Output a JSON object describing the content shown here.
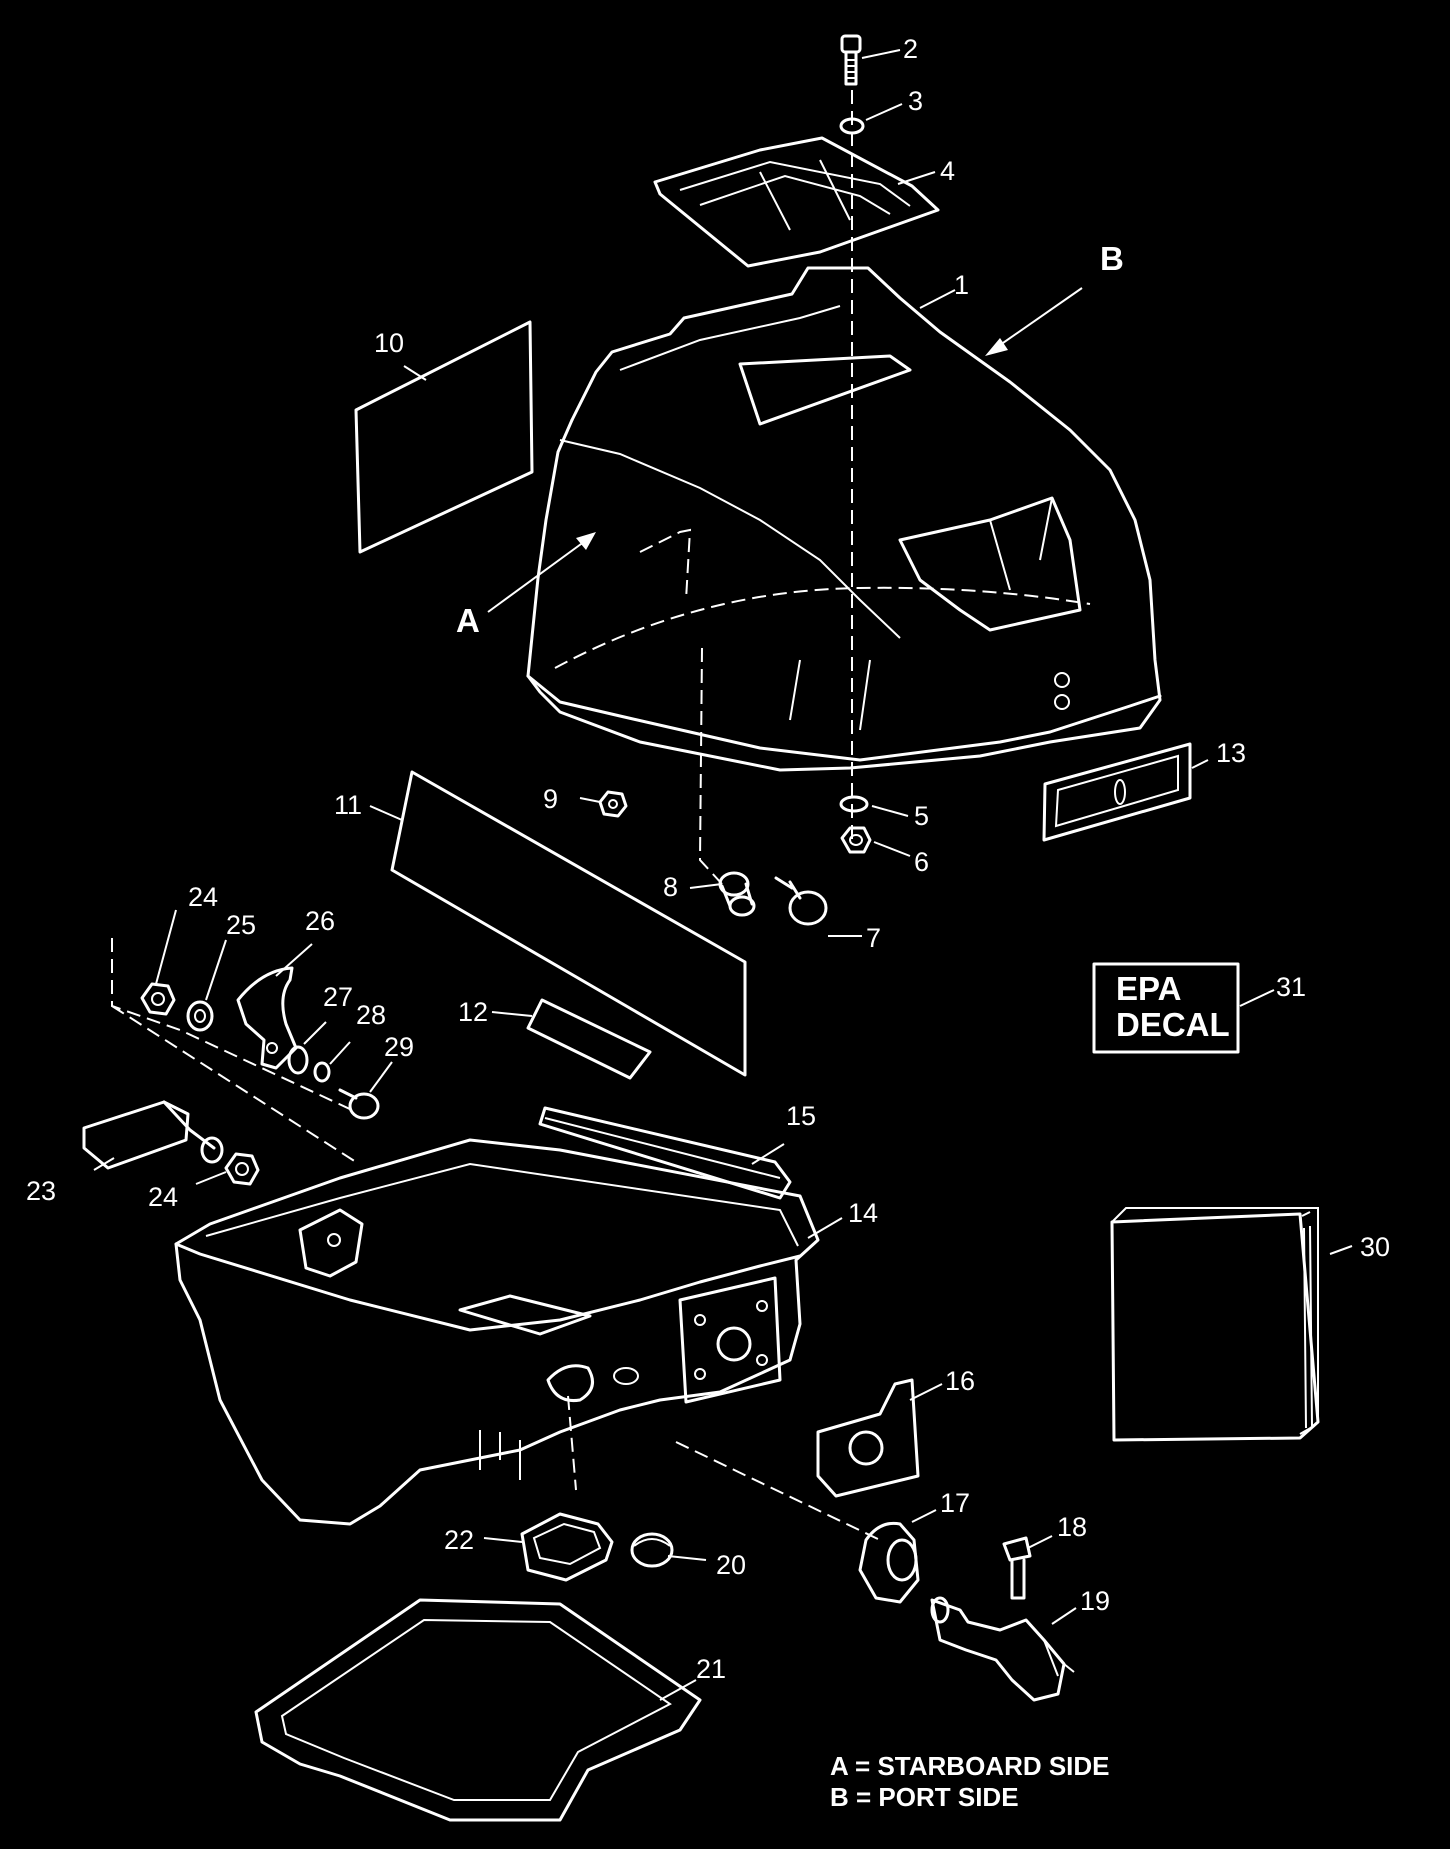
{
  "callouts": [
    {
      "id": "c1",
      "text": "1"
    },
    {
      "id": "c2",
      "text": "2"
    },
    {
      "id": "c3",
      "text": "3"
    },
    {
      "id": "c4",
      "text": "4"
    },
    {
      "id": "c5",
      "text": "5"
    },
    {
      "id": "c6",
      "text": "6"
    },
    {
      "id": "c7",
      "text": "7"
    },
    {
      "id": "c8",
      "text": "8"
    },
    {
      "id": "c9",
      "text": "9"
    },
    {
      "id": "c10",
      "text": "10"
    },
    {
      "id": "c11",
      "text": "11"
    },
    {
      "id": "c12",
      "text": "12"
    },
    {
      "id": "c13",
      "text": "13"
    },
    {
      "id": "c14",
      "text": "14"
    },
    {
      "id": "c15",
      "text": "15"
    },
    {
      "id": "c16",
      "text": "16"
    },
    {
      "id": "c17",
      "text": "17"
    },
    {
      "id": "c18",
      "text": "18"
    },
    {
      "id": "c19",
      "text": "19"
    },
    {
      "id": "c20",
      "text": "20"
    },
    {
      "id": "c21",
      "text": "21"
    },
    {
      "id": "c22",
      "text": "22"
    },
    {
      "id": "c23",
      "text": "23"
    },
    {
      "id": "c24a",
      "text": "24"
    },
    {
      "id": "c24b",
      "text": "24"
    },
    {
      "id": "c25",
      "text": "25"
    },
    {
      "id": "c26",
      "text": "26"
    },
    {
      "id": "c27",
      "text": "27"
    },
    {
      "id": "c28",
      "text": "28"
    },
    {
      "id": "c29",
      "text": "29"
    },
    {
      "id": "c30",
      "text": "30"
    },
    {
      "id": "c31",
      "text": "31"
    }
  ],
  "markers": {
    "a": "A",
    "b": "B"
  },
  "epa_box": {
    "line1": "EPA",
    "line2": "DECAL"
  },
  "legend": {
    "line1": "A = STARBOARD SIDE",
    "line2": "B = PORT SIDE"
  },
  "colors": {
    "background": "#000000",
    "linework": "#ffffff"
  }
}
